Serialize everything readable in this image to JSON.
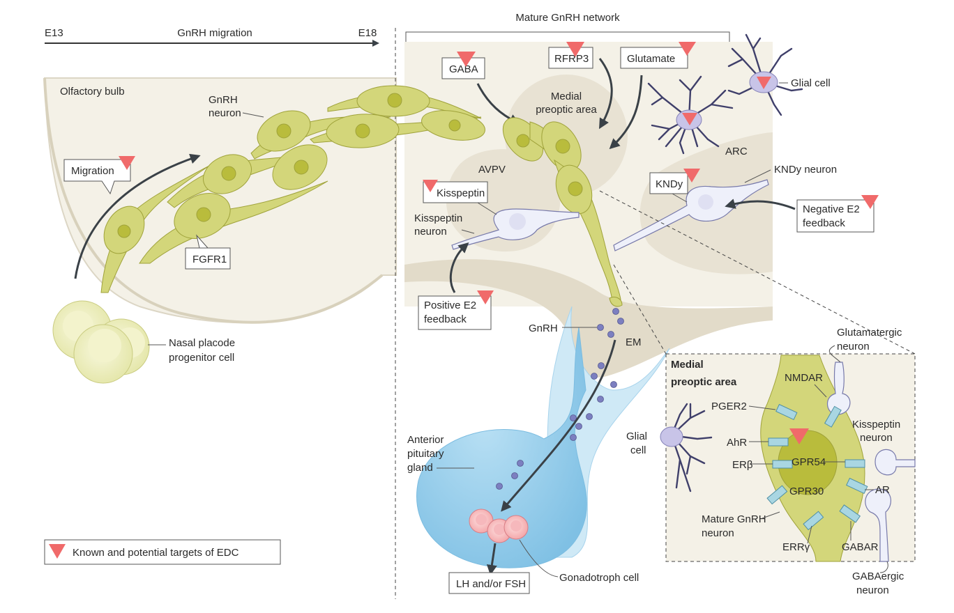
{
  "timeline": {
    "start": "E13",
    "label": "GnRH migration",
    "end": "E18"
  },
  "network_title": "Mature GnRH network",
  "labels": {
    "olfactory_bulb": "Olfactory bulb",
    "gnrh_neuron_line1": "GnRH",
    "gnrh_neuron_line2": "neuron",
    "migration": "Migration",
    "fgfr1": "FGFR1",
    "nasal_line1": "Nasal placode",
    "nasal_line2": "progenitor cell",
    "gaba": "GABA",
    "rfrp3": "RFRP3",
    "glutamate": "Glutamate",
    "glial_cell": "Glial cell",
    "mpoa_line1": "Medial",
    "mpoa_line2": "preoptic area",
    "avpv": "AVPV",
    "arc": "ARC",
    "kndy_box": "KNDy",
    "kndy_neuron": "KNDy neuron",
    "kisspeptin_box": "Kisspeptin",
    "kiss_neuron_line1": "Kisspeptin",
    "kiss_neuron_line2": "neuron",
    "neg_e2_line1": "Negative E2",
    "neg_e2_line2": "feedback",
    "pos_e2_line1": "Positive E2",
    "pos_e2_line2": "feedback",
    "gnrh": "GnRH",
    "em": "EM",
    "ant_pit_line1": "Anterior",
    "ant_pit_line2": "pituitary",
    "ant_pit_line3": "gland",
    "lh_fsh": "LH and/or FSH",
    "gonadotroph": "Gonadotroph cell",
    "legend": "Known and potential targets of EDC"
  },
  "inset": {
    "title_line1": "Medial",
    "title_line2": "preoptic area",
    "glutamatergic_line1": "Glutamatergic",
    "glutamatergic_line2": "neuron",
    "nmdar": "NMDAR",
    "pger2": "PGER2",
    "ahr": "AhR",
    "er_beta": "ERβ",
    "gpr54": "GPR54",
    "gpr30": "GPR30",
    "ar": "AR",
    "kisspeptin_line1": "Kisspeptin",
    "kisspeptin_line2": "neuron",
    "glial_line1": "Glial",
    "glial_line2": "cell",
    "mature_line1": "Mature GnRH",
    "mature_line2": "neuron",
    "err_gamma": "ERRγ",
    "gabar": "GABAR",
    "gabaergic_line1": "GABAergic",
    "gabaergic_line2": "neuron"
  },
  "colors": {
    "edc_target": "#f06a6a",
    "gnrh_neuron": "#d3d67a",
    "kisspeptin_neuron": "#eef0fa",
    "pituitary": "#8fcbe9",
    "receptor": "#a9d6e2",
    "tissue": "#f4f1e7"
  }
}
